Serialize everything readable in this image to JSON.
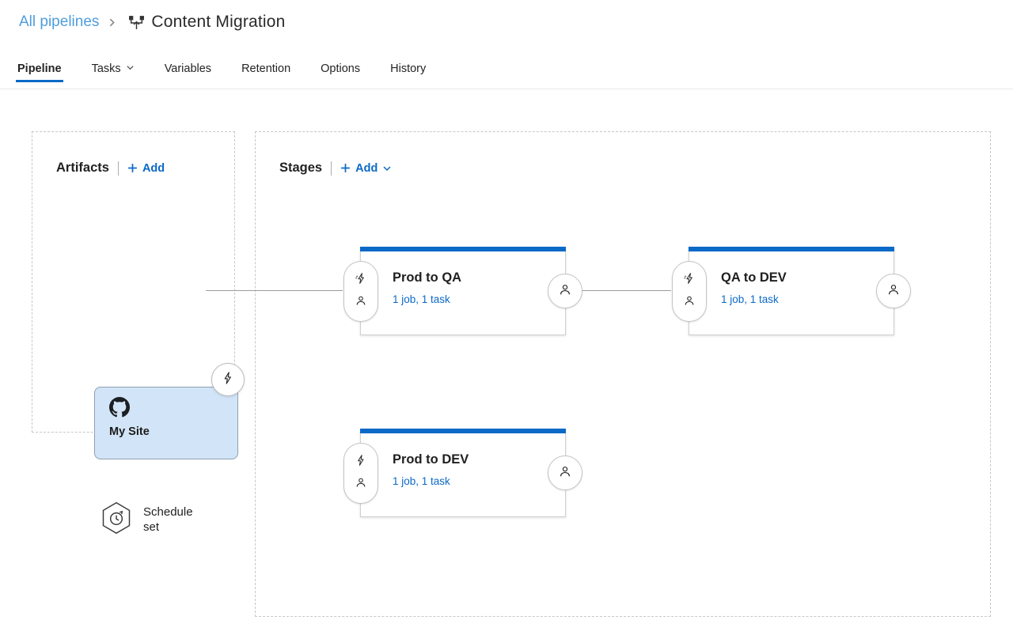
{
  "breadcrumb": {
    "all_pipelines": "All pipelines",
    "current": "Content Migration"
  },
  "tabs": {
    "items": [
      {
        "label": "Pipeline",
        "active": true
      },
      {
        "label": "Tasks",
        "has_dropdown": true
      },
      {
        "label": "Variables"
      },
      {
        "label": "Retention"
      },
      {
        "label": "Options"
      },
      {
        "label": "History"
      }
    ]
  },
  "artifacts_panel": {
    "title": "Artifacts",
    "add_label": "Add",
    "artifact": {
      "name": "My Site",
      "icon": "github-icon",
      "trigger_icon": "lightning-icon"
    },
    "schedule_label": "Schedule set",
    "schedule_icon": "schedule-hexagon-icon"
  },
  "stages_panel": {
    "title": "Stages",
    "add_label": "Add",
    "stages": [
      {
        "name": "Prod to QA",
        "meta": "1 job, 1 task"
      },
      {
        "name": "QA to DEV",
        "meta": "1 job, 1 task"
      },
      {
        "name": "Prod to DEV",
        "meta": "1 job, 1 task"
      }
    ]
  },
  "colors": {
    "accent": "#0b69c7",
    "breadcrumb_link": "#4f9edc",
    "artifact_card_bg": "#d2e4f7",
    "stage_top_bar": "#0b69c7",
    "connector_line": "#9b9b9b"
  }
}
